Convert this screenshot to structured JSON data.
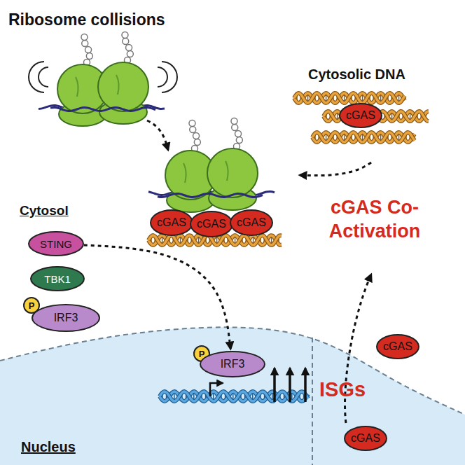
{
  "diagram": {
    "nodes": [
      {
        "text": [
          "cGAS"
        ]
      },
      {
        "text": [
          "cGAS"
        ]
      },
      {
        "text": [
          "cGAS"
        ]
      },
      {
        "text": [
          "cGAS"
        ]
      },
      {
        "text": [
          "STING"
        ]
      },
      {
        "text": [
          "TBK1"
        ]
      },
      {
        "text": [
          "P"
        ]
      },
      {
        "text": [
          "IRF3"
        ]
      },
      {
        "text": [
          "cGAS"
        ]
      },
      {
        "text": [
          "P"
        ]
      },
      {
        "text": [
          "IRF3"
        ]
      },
      {
        "text": [
          "cGAS"
        ]
      }
    ],
    "edges": [
      {
        "from": 4,
        "to": 10,
        "arrow": "to"
      }
    ],
    "labels": [
      "Ribosome collisions",
      "Cytosolic DNA",
      "Cytosol",
      "cGAS Co-Activation",
      "ISGs",
      "Nucleus"
    ]
  }
}
